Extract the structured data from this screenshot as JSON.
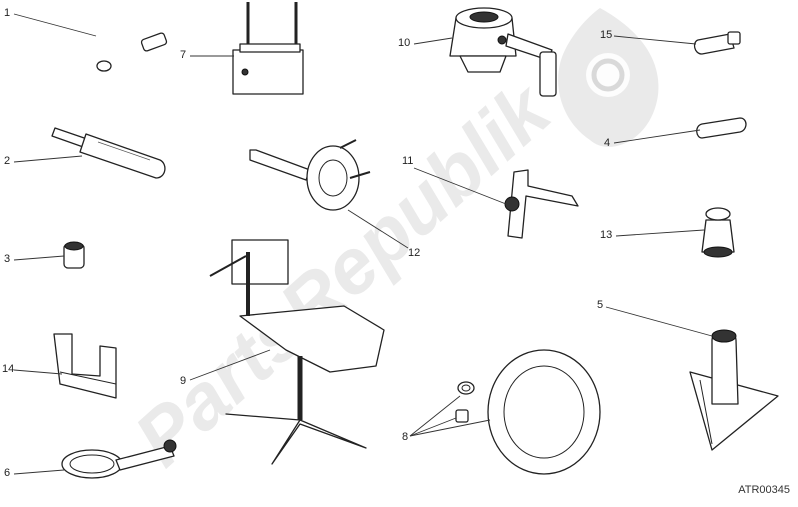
{
  "watermark": {
    "text": "PartsRepublik",
    "color": "#d9d9d9"
  },
  "drawing_code": "ATR00345",
  "callouts": [
    {
      "id": "c1",
      "text": "1"
    },
    {
      "id": "c2",
      "text": "2"
    },
    {
      "id": "c3",
      "text": "3"
    },
    {
      "id": "c4",
      "text": "4"
    },
    {
      "id": "c5",
      "text": "5"
    },
    {
      "id": "c6",
      "text": "6"
    },
    {
      "id": "c7",
      "text": "7"
    },
    {
      "id": "c8",
      "text": "8"
    },
    {
      "id": "c9",
      "text": "9"
    },
    {
      "id": "c10",
      "text": "10"
    },
    {
      "id": "c11",
      "text": "11"
    },
    {
      "id": "c12",
      "text": "12"
    },
    {
      "id": "c13",
      "text": "13"
    },
    {
      "id": "c14",
      "text": "14"
    },
    {
      "id": "c15",
      "text": "15"
    }
  ],
  "icons": {
    "watermark_logo": "gear-icon"
  }
}
